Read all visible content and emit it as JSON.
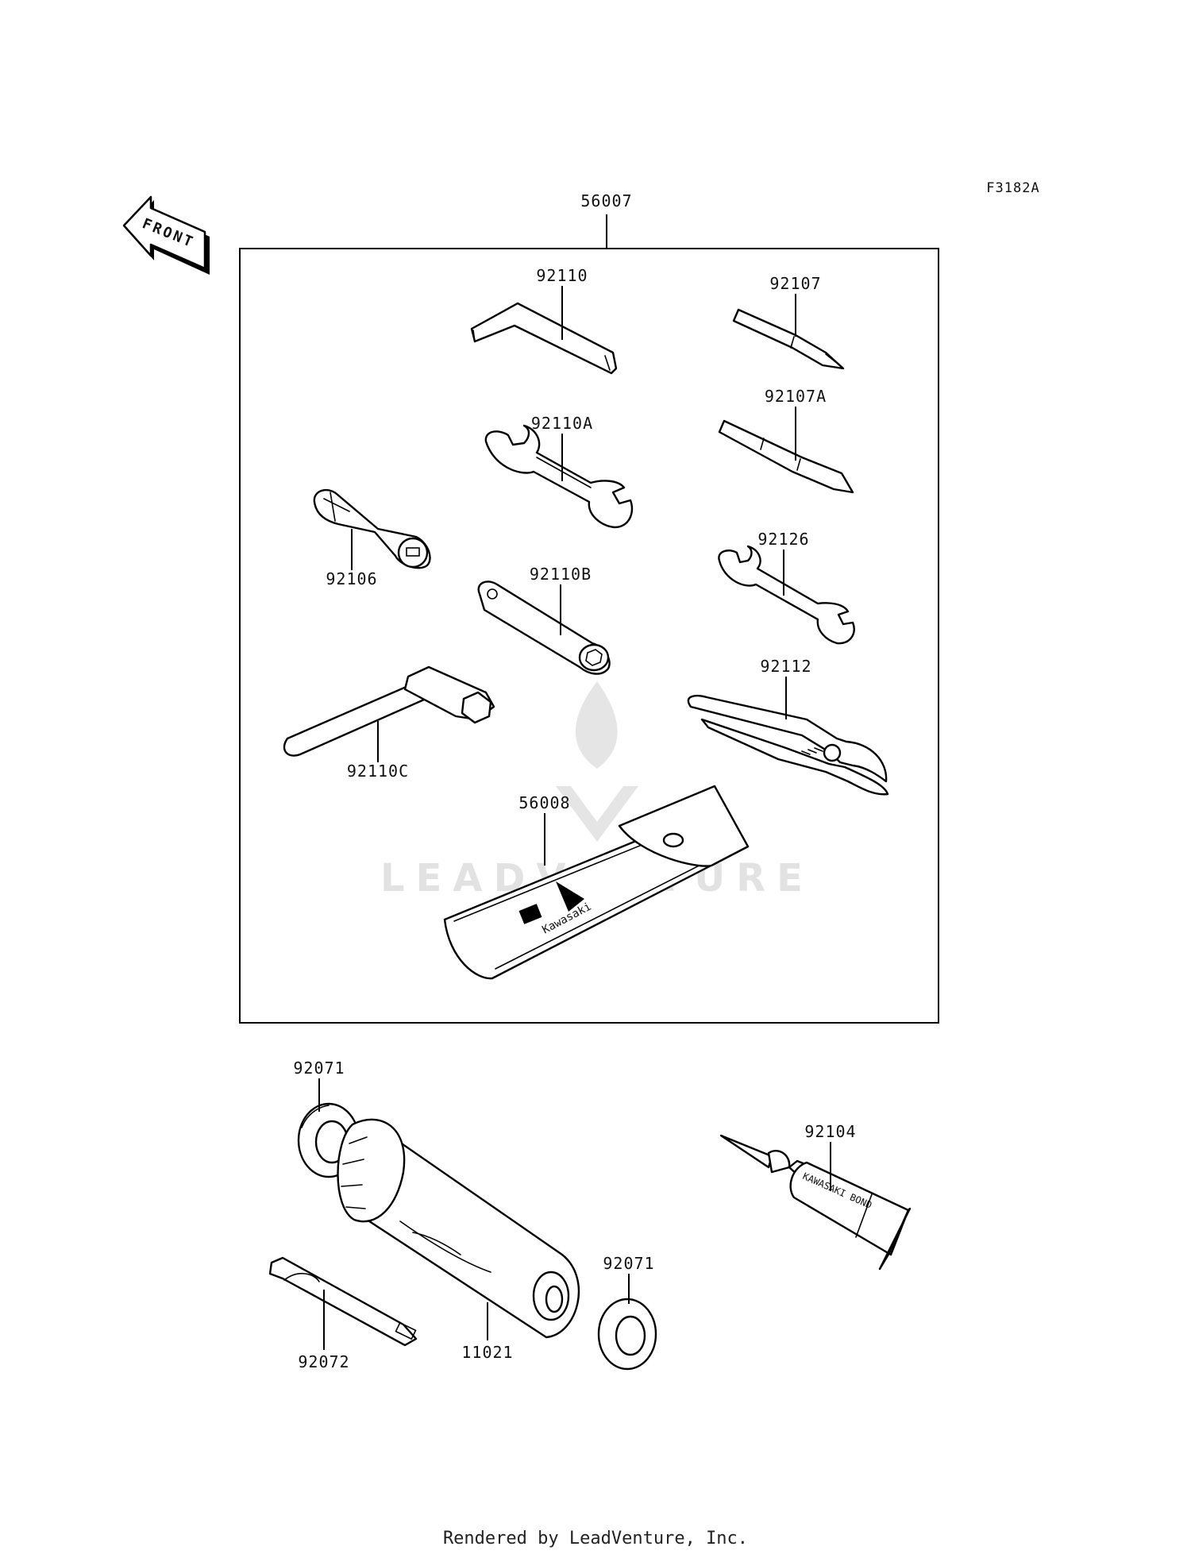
{
  "diagram_code": "F3182A",
  "front_label": "FRONT",
  "watermark": "LEADVENTURE",
  "footer": "Rendered by LeadVenture, Inc.",
  "tube_label": "KAWASAKI BOND",
  "tool_bag_brand": "Kawasaki",
  "parts": {
    "kit": "56007",
    "hex_key": "92110",
    "screwdriver_bit": "92107",
    "screwdriver_bit_double": "92107A",
    "wrench_a": "92110A",
    "socket_adapter": "92106",
    "wrench_small": "92126",
    "box_wrench": "92110B",
    "pliers": "92112",
    "plug_wrench": "92110C",
    "tool_bag": "56008",
    "washer_top": "92071",
    "washer_bottom": "92071",
    "bond_tube": "92104",
    "tool_case": "11021",
    "case_band": "92072"
  }
}
